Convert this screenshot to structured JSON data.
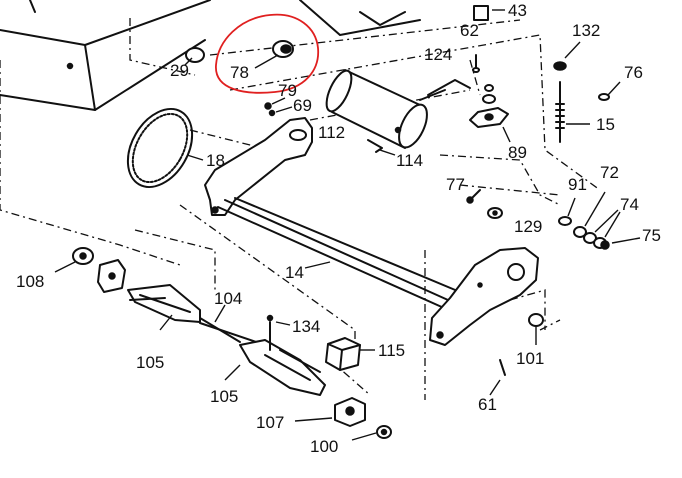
{
  "diagram": {
    "part_labels": {
      "p43": "43",
      "p62": "62",
      "p132": "132",
      "p29": "29",
      "p78": "78",
      "p124": "124",
      "p76": "76",
      "p79": "79",
      "p69": "69",
      "p112": "112",
      "p15": "15",
      "p18": "18",
      "p114": "114",
      "p89": "89",
      "p77": "77",
      "p91": "91",
      "p72": "72",
      "p74": "74",
      "p129": "129",
      "p75": "75",
      "p108": "108",
      "p14": "14",
      "p104": "104",
      "p134": "134",
      "p101": "101",
      "p115": "115",
      "p105a": "105",
      "p105b": "105",
      "p61": "61",
      "p107": "107",
      "p100": "100"
    },
    "highlight_color": "#e02020",
    "line_color": "#111111"
  }
}
